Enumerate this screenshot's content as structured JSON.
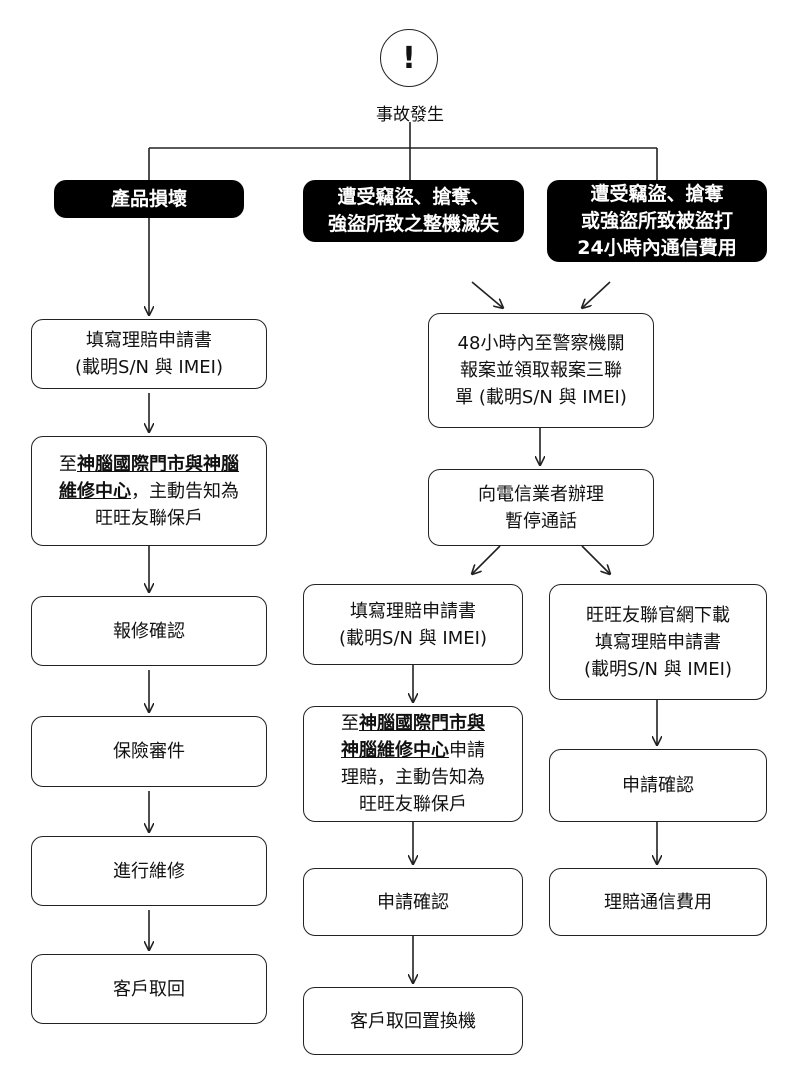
{
  "start": {
    "icon": "exclamation-icon",
    "icon_glyph": "!",
    "label": "事故發生"
  },
  "categories": {
    "damage": "產品損壞",
    "theft_loss": [
      "遭受竊盜、搶奪、",
      "強盜所致之整機滅失"
    ],
    "theft_call": [
      "遭受竊盜、搶奪",
      "或強盜所致被盜打",
      "24小時內通信費用"
    ]
  },
  "left": {
    "claim_form": [
      "填寫理賠申請書",
      "(載明S/N 與 IMEI)"
    ],
    "notify": {
      "prefix": "至",
      "bold1": "神腦國際門市與神腦",
      "bold2": "維修中心",
      "suffix1": "，主動告知為",
      "suffix2": "旺旺友聯保戶"
    },
    "repair_confirm": "報修確認",
    "insurance_case": "保險審件",
    "repair": "進行維修",
    "pickup": "客戶取回"
  },
  "middle": {
    "police": [
      "48小時內至警察機關",
      "報案並領取報案三聯",
      "單 (載明S/N 與 IMEI)"
    ],
    "telecom": [
      "向電信業者辦理",
      "暫停通話"
    ]
  },
  "center": {
    "claim_form": [
      "填寫理賠申請書",
      "(載明S/N 與 IMEI)"
    ],
    "notify": {
      "prefix": "至",
      "bold1": "神腦國際門市與",
      "bold2": "神腦維修中心",
      "suffix1": "申請",
      "line3": "理賠，主動告知為",
      "line4": "旺旺友聯保戶"
    },
    "claim_confirm": "申請確認",
    "pickup_replace": "客戶取回置換機"
  },
  "right": {
    "download": [
      "旺旺友聯官網下載",
      "填寫理賠申請書",
      "(載明S/N 與 IMEI)"
    ],
    "claim_confirm": "申請確認",
    "compensate": "理賠通信費用"
  }
}
